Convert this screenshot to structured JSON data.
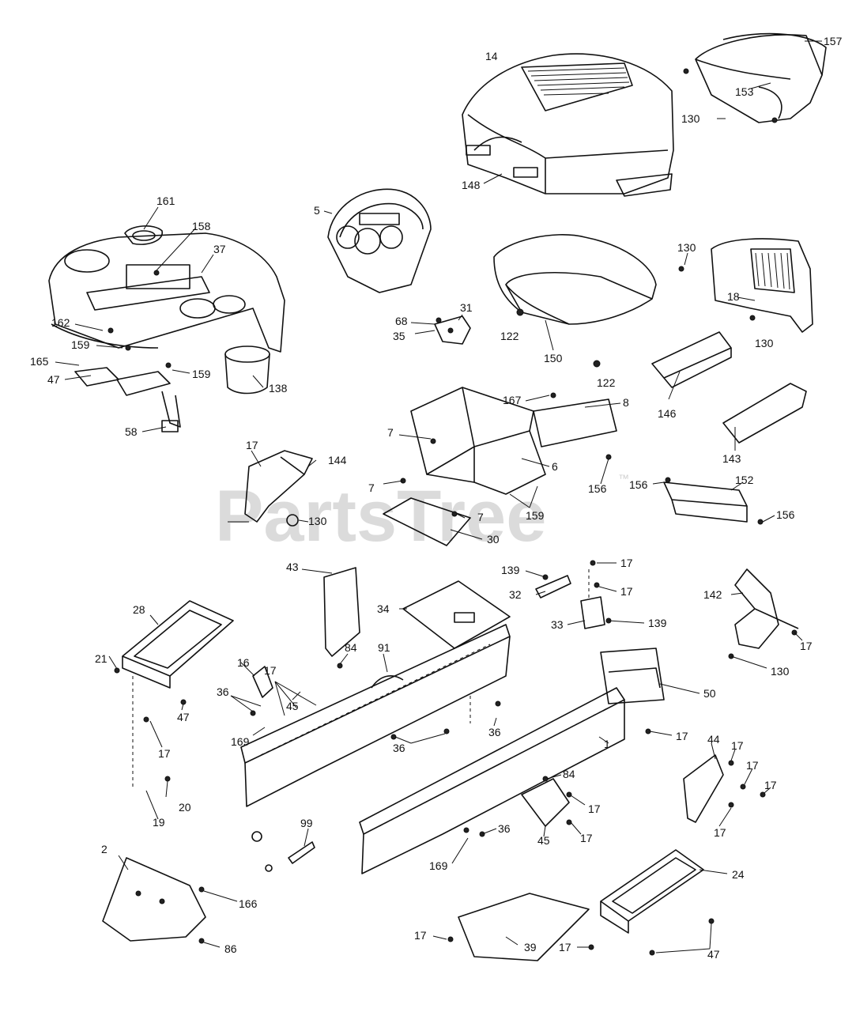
{
  "watermark": {
    "text": "PartsTree",
    "trademark": "™"
  },
  "callouts": [
    "157",
    "14",
    "153",
    "130",
    "148",
    "5",
    "161",
    "158",
    "37",
    "162",
    "159",
    "165",
    "47",
    "159",
    "138",
    "58",
    "130",
    "18",
    "130",
    "122",
    "150",
    "122",
    "68",
    "31",
    "35",
    "146",
    "143",
    "167",
    "8",
    "7",
    "6",
    "7",
    "156",
    "159",
    "7",
    "30",
    "17",
    "144",
    "130",
    "156",
    "152",
    "156",
    "43",
    "139",
    "17",
    "32",
    "17",
    "33",
    "139",
    "34",
    "142",
    "17",
    "130",
    "28",
    "21",
    "16",
    "17",
    "84",
    "91",
    "36",
    "45",
    "47",
    "17",
    "169",
    "36",
    "36",
    "50",
    "17",
    "1",
    "44",
    "17",
    "17",
    "17",
    "84",
    "17",
    "17",
    "45",
    "36",
    "17",
    "20",
    "19",
    "99",
    "2",
    "166",
    "86",
    "169",
    "24",
    "17",
    "39",
    "17",
    "47"
  ]
}
